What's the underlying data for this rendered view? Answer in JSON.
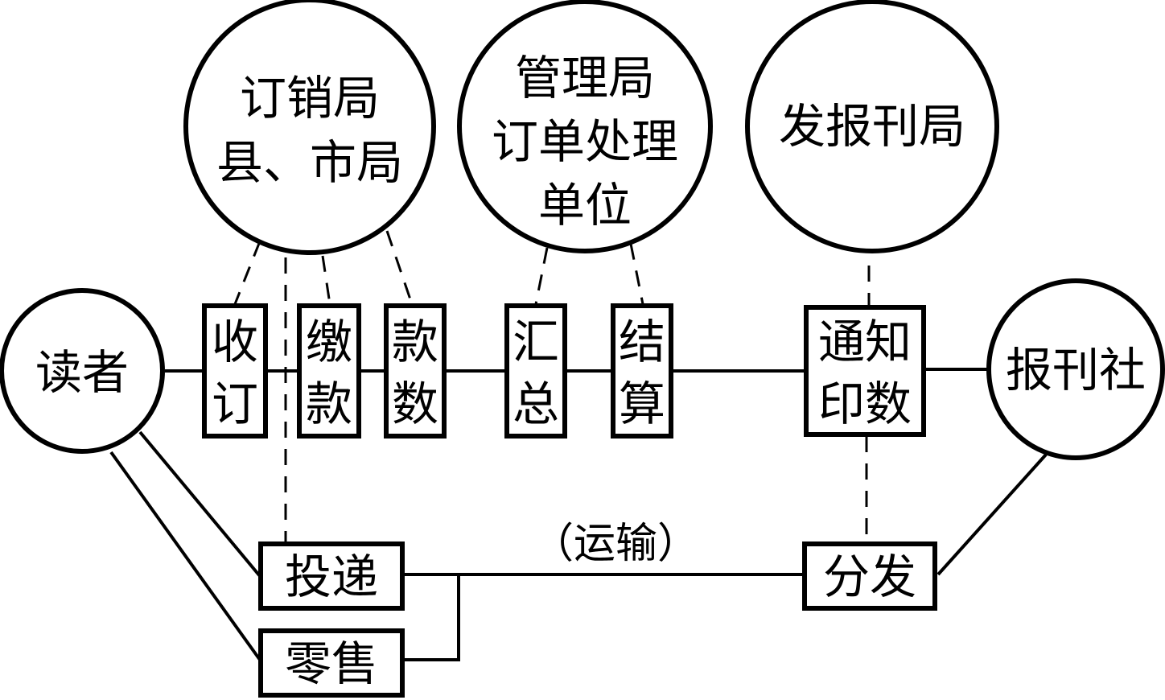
{
  "diagram": {
    "type": "newspaper-distribution-flow",
    "colors": {
      "stroke": "#000000",
      "background": "#ffffff"
    },
    "circles": {
      "sales_bureau": {
        "lines": [
          "订销局",
          "县、市局"
        ]
      },
      "management": {
        "lines": [
          "管理局",
          "订单处理",
          "单位"
        ]
      },
      "publishing_bureau": {
        "lines": [
          "发报刊局"
        ]
      },
      "reader": {
        "lines": [
          "读者"
        ]
      },
      "press": {
        "lines": [
          "报刊社"
        ]
      }
    },
    "boxes": {
      "subscribe": {
        "lines": [
          "收",
          "订"
        ]
      },
      "payment": {
        "lines": [
          "缴",
          "款"
        ]
      },
      "amount": {
        "lines": [
          "款",
          "数"
        ]
      },
      "summary": {
        "lines": [
          "汇",
          "总"
        ]
      },
      "settle": {
        "lines": [
          "结",
          "算"
        ]
      },
      "notify": {
        "lines": [
          "通知",
          "印数"
        ]
      },
      "deliver": {
        "lines": [
          "投递"
        ]
      },
      "retail": {
        "lines": [
          "零售"
        ]
      },
      "distribute": {
        "lines": [
          "分发"
        ]
      }
    },
    "annotations": {
      "transport": "（运输）"
    }
  }
}
